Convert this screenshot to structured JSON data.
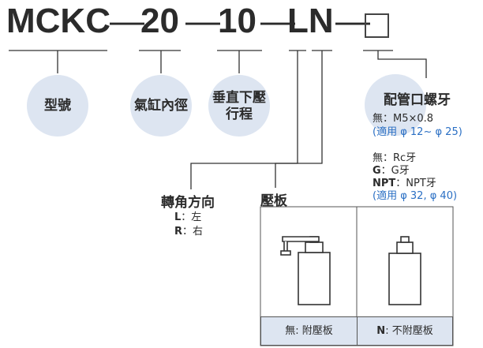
{
  "model_code": {
    "prefix": "MCKC",
    "bore": "20",
    "stroke": "10",
    "turn_plate": "LN",
    "separator": "—",
    "piping_box": "□"
  },
  "circles": [
    {
      "label": "型號"
    },
    {
      "label": "氣缸內徑"
    },
    {
      "label_line1": "垂直下壓",
      "label_line2": "行程"
    }
  ],
  "piping": {
    "heading": "配管口螺牙",
    "options": [
      {
        "line": "無：M5×0.8",
        "note": "(適用 φ 12~ φ 25)"
      },
      {
        "line": "無：Rc牙"
      },
      {
        "code": "G",
        "text": "：G牙"
      },
      {
        "code": "NPT",
        "text": "：NPT牙",
        "note": "(適用 φ 32, φ 40)"
      }
    ]
  },
  "turn_direction": {
    "heading": "轉角方向",
    "options": [
      {
        "code": "L",
        "text": "：左"
      },
      {
        "code": "R",
        "text": "：右"
      }
    ]
  },
  "plate": {
    "heading": "壓板",
    "options": [
      {
        "code": "無",
        "text": ": 附壓板"
      },
      {
        "code": "N",
        "text": ": 不附壓板"
      }
    ]
  },
  "colors": {
    "accent_blue": "#2a6fc4",
    "circle_fill": "#dde5f1",
    "text": "#2b2b2b"
  }
}
